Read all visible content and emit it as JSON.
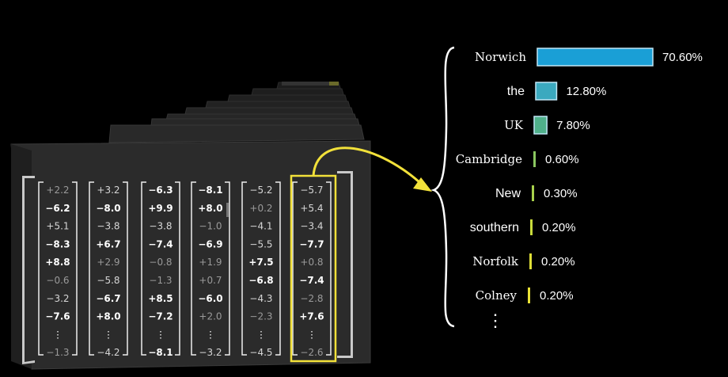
{
  "matrix": {
    "columns": [
      [
        "+2.2",
        "−6.2",
        "+5.1",
        "−8.3",
        "+8.8",
        "−0.6",
        "−3.2",
        "−7.6",
        "⋮",
        "−1.3"
      ],
      [
        "+3.2",
        "−8.0",
        "−3.8",
        "+6.7",
        "+2.9",
        "−5.8",
        "−6.7",
        "+8.0",
        "⋮",
        "−4.2"
      ],
      [
        "−6.3",
        "+9.9",
        "−3.8",
        "−7.4",
        "−0.8",
        "−1.3",
        "+8.5",
        "−7.2",
        "⋮",
        "−8.1"
      ],
      [
        "−8.1",
        "+8.0",
        "−1.0",
        "−6.9",
        "+1.9",
        "+0.7",
        "−6.0",
        "+2.0",
        "⋮",
        "−3.2"
      ],
      [
        "−5.2",
        "+0.2",
        "−4.1",
        "−5.5",
        "+7.5",
        "−6.8",
        "−4.3",
        "−2.3",
        "⋮",
        "−4.5"
      ],
      [
        "−5.7",
        "+5.4",
        "−3.4",
        "−7.7",
        "+0.8",
        "−7.4",
        "−2.8",
        "+7.6",
        "⋮",
        "−2.6"
      ]
    ],
    "highlight_color": "#f2e13a"
  },
  "predictions": {
    "items": [
      {
        "word": "Norwich",
        "pct_label": "70.60%",
        "value": 70.6,
        "serif": true,
        "color": "#1a9fd6"
      },
      {
        "word": "the",
        "pct_label": "12.80%",
        "value": 12.8,
        "serif": false,
        "color": "#3ba9bf"
      },
      {
        "word": "UK",
        "pct_label": "7.80%",
        "value": 7.8,
        "serif": true,
        "color": "#4fb08a"
      },
      {
        "word": "Cambridge",
        "pct_label": "0.60%",
        "value": 0.6,
        "serif": true,
        "color": "#8bc760"
      },
      {
        "word": "New",
        "pct_label": "0.30%",
        "value": 0.3,
        "serif": false,
        "color": "#a8d14c"
      },
      {
        "word": "southern",
        "pct_label": "0.20%",
        "value": 0.2,
        "serif": false,
        "color": "#c9db3c"
      },
      {
        "word": "Norfolk",
        "pct_label": "0.20%",
        "value": 0.2,
        "serif": true,
        "color": "#dede38"
      },
      {
        "word": "Colney",
        "pct_label": "0.20%",
        "value": 0.2,
        "serif": true,
        "color": "#e9e236"
      }
    ],
    "more": "⋮"
  }
}
